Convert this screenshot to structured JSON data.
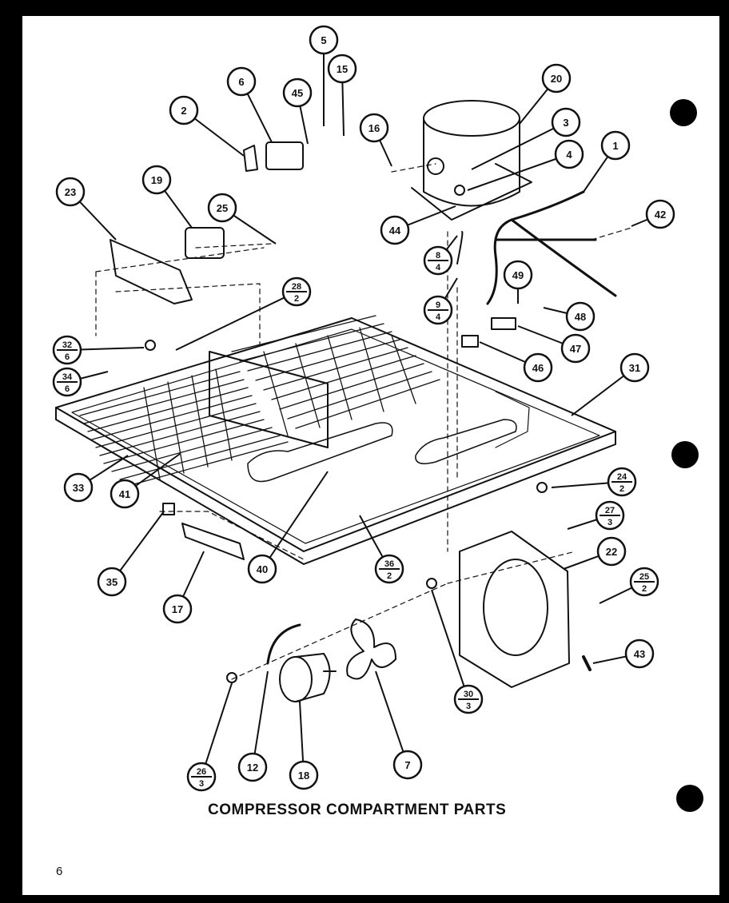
{
  "caption": "COMPRESSOR COMPARTMENT PARTS",
  "page_number": "6",
  "callouts": [
    {
      "id": "1",
      "top": "1"
    },
    {
      "id": "2",
      "top": "2"
    },
    {
      "id": "3",
      "top": "3"
    },
    {
      "id": "4",
      "top": "4"
    },
    {
      "id": "5",
      "top": "5"
    },
    {
      "id": "6",
      "top": "6"
    },
    {
      "id": "7",
      "top": "7"
    },
    {
      "id": "8-4",
      "top": "8",
      "bottom": "4"
    },
    {
      "id": "9-4",
      "top": "9",
      "bottom": "4"
    },
    {
      "id": "12",
      "top": "12"
    },
    {
      "id": "15",
      "top": "15"
    },
    {
      "id": "16",
      "top": "16"
    },
    {
      "id": "17",
      "top": "17"
    },
    {
      "id": "18",
      "top": "18"
    },
    {
      "id": "19",
      "top": "19"
    },
    {
      "id": "20",
      "top": "20"
    },
    {
      "id": "22",
      "top": "22"
    },
    {
      "id": "23",
      "top": "23"
    },
    {
      "id": "24-2",
      "top": "24",
      "bottom": "2"
    },
    {
      "id": "25",
      "top": "25"
    },
    {
      "id": "25-2",
      "top": "25",
      "bottom": "2"
    },
    {
      "id": "26-3",
      "top": "26",
      "bottom": "3"
    },
    {
      "id": "27-3",
      "top": "27",
      "bottom": "3"
    },
    {
      "id": "28-2",
      "top": "28",
      "bottom": "2"
    },
    {
      "id": "30-3",
      "top": "30",
      "bottom": "3"
    },
    {
      "id": "31",
      "top": "31"
    },
    {
      "id": "32-6",
      "top": "32",
      "bottom": "6"
    },
    {
      "id": "33",
      "top": "33"
    },
    {
      "id": "34-6",
      "top": "34",
      "bottom": "6"
    },
    {
      "id": "35",
      "top": "35"
    },
    {
      "id": "36-2",
      "top": "36",
      "bottom": "2"
    },
    {
      "id": "40",
      "top": "40"
    },
    {
      "id": "41",
      "top": "41"
    },
    {
      "id": "42",
      "top": "42"
    },
    {
      "id": "43",
      "top": "43"
    },
    {
      "id": "44",
      "top": "44"
    },
    {
      "id": "45",
      "top": "45"
    },
    {
      "id": "46",
      "top": "46"
    },
    {
      "id": "47",
      "top": "47"
    },
    {
      "id": "48",
      "top": "48"
    },
    {
      "id": "49",
      "top": "49"
    }
  ]
}
